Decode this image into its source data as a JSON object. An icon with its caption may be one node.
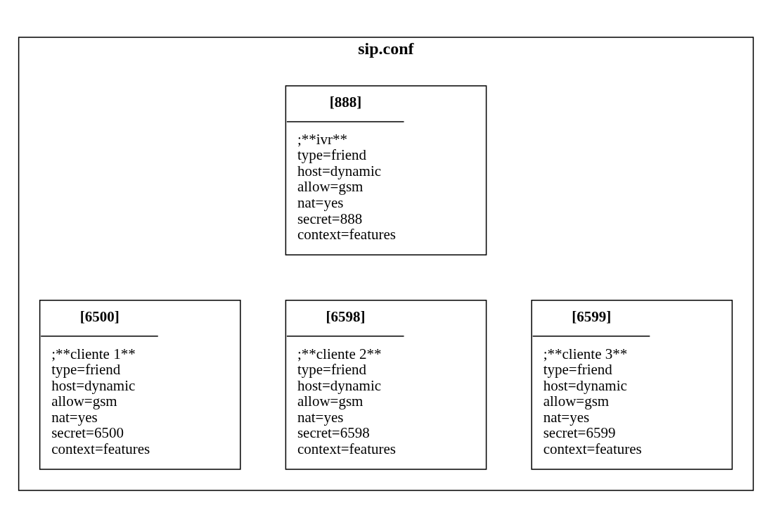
{
  "diagram": {
    "nodes": [
      {
        "text": [
          "sip.conf"
        ]
      },
      {
        "text": [
          "[888]",
          ";**ivr**",
          "type=friend",
          "host=dynamic",
          "allow=gsm",
          "nat=yes",
          "secret=888",
          "context=features"
        ],
        "in": 0
      },
      {
        "text": [
          "[6500]",
          ";**cliente 1**",
          "type=friend",
          "host=dynamic",
          "allow=gsm",
          "nat=yes",
          "secret=6500",
          "context=features"
        ],
        "in": 0
      },
      {
        "text": [
          "[6598]",
          ";**cliente 2**",
          "type=friend",
          "host=dynamic",
          "allow=gsm",
          "nat=yes",
          "secret=6598",
          "context=features"
        ],
        "in": 0
      },
      {
        "text": [
          "[6599]",
          ";**cliente 3**",
          "type=friend",
          "host=dynamic",
          "allow=gsm",
          "nat=yes",
          "secret=6599",
          "context=features"
        ],
        "in": 0
      }
    ],
    "edges": []
  }
}
